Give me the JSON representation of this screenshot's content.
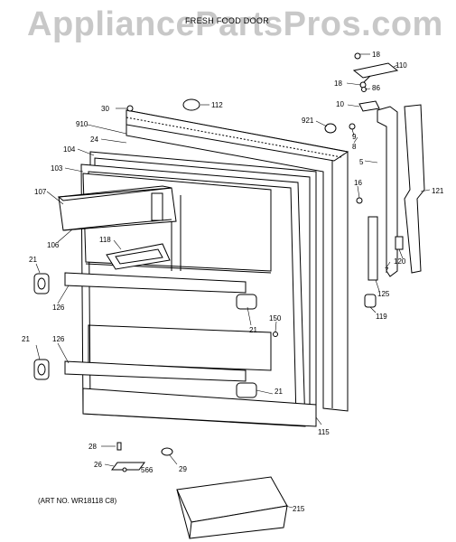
{
  "watermark": "AppliancePartsPros.com",
  "title": "FRESH FOOD DOOR",
  "art_number": "(ART NO. WR18118 C8)",
  "callouts": [
    {
      "id": "c18a",
      "text": "18"
    },
    {
      "id": "c110",
      "text": "110"
    },
    {
      "id": "c18b",
      "text": "18"
    },
    {
      "id": "c86",
      "text": "86"
    },
    {
      "id": "c30",
      "text": "30"
    },
    {
      "id": "c112",
      "text": "112"
    },
    {
      "id": "c10",
      "text": "10"
    },
    {
      "id": "c910",
      "text": "910"
    },
    {
      "id": "c921",
      "text": "921"
    },
    {
      "id": "c24",
      "text": "24"
    },
    {
      "id": "c9",
      "text": "9"
    },
    {
      "id": "c8",
      "text": "8"
    },
    {
      "id": "c104",
      "text": "104"
    },
    {
      "id": "c5",
      "text": "5"
    },
    {
      "id": "c103",
      "text": "103"
    },
    {
      "id": "c16",
      "text": "16"
    },
    {
      "id": "c121",
      "text": "121"
    },
    {
      "id": "c107",
      "text": "107"
    },
    {
      "id": "c106",
      "text": "106"
    },
    {
      "id": "c118",
      "text": "118"
    },
    {
      "id": "c21a",
      "text": "21"
    },
    {
      "id": "c120",
      "text": "120"
    },
    {
      "id": "c7",
      "text": "7"
    },
    {
      "id": "c126a",
      "text": "126"
    },
    {
      "id": "c125",
      "text": "125"
    },
    {
      "id": "c21b",
      "text": "21"
    },
    {
      "id": "c150",
      "text": "150"
    },
    {
      "id": "c119",
      "text": "119"
    },
    {
      "id": "c21c",
      "text": "21"
    },
    {
      "id": "c126b",
      "text": "126"
    },
    {
      "id": "c21d",
      "text": "21"
    },
    {
      "id": "c115",
      "text": "115"
    },
    {
      "id": "c28",
      "text": "28"
    },
    {
      "id": "c26",
      "text": "26"
    },
    {
      "id": "c566",
      "text": "566"
    },
    {
      "id": "c29",
      "text": "29"
    },
    {
      "id": "c215",
      "text": "215"
    }
  ]
}
